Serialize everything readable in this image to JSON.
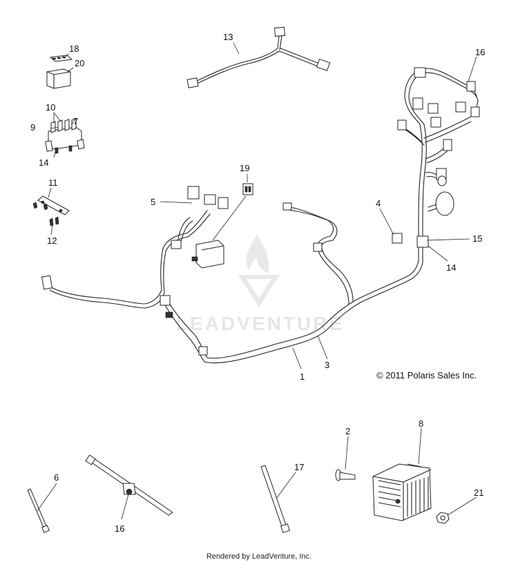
{
  "callouts": {
    "c1": "1",
    "c2": "2",
    "c3": "3",
    "c4": "4",
    "c5": "5",
    "c6": "6",
    "c7": "7",
    "c8": "8",
    "c9": "9",
    "c10": "10",
    "c11": "11",
    "c12": "12",
    "c13": "13",
    "c14a": "14",
    "c14b": "14",
    "c15": "15",
    "c16a": "16",
    "c16b": "16",
    "c17": "17",
    "c18": "18",
    "c19": "19",
    "c20": "20",
    "c21": "21"
  },
  "copyright": "© 2011 Polaris Sales Inc.",
  "watermark": "LEADVENTURE",
  "footer": "Rendered by LeadVenture, Inc."
}
